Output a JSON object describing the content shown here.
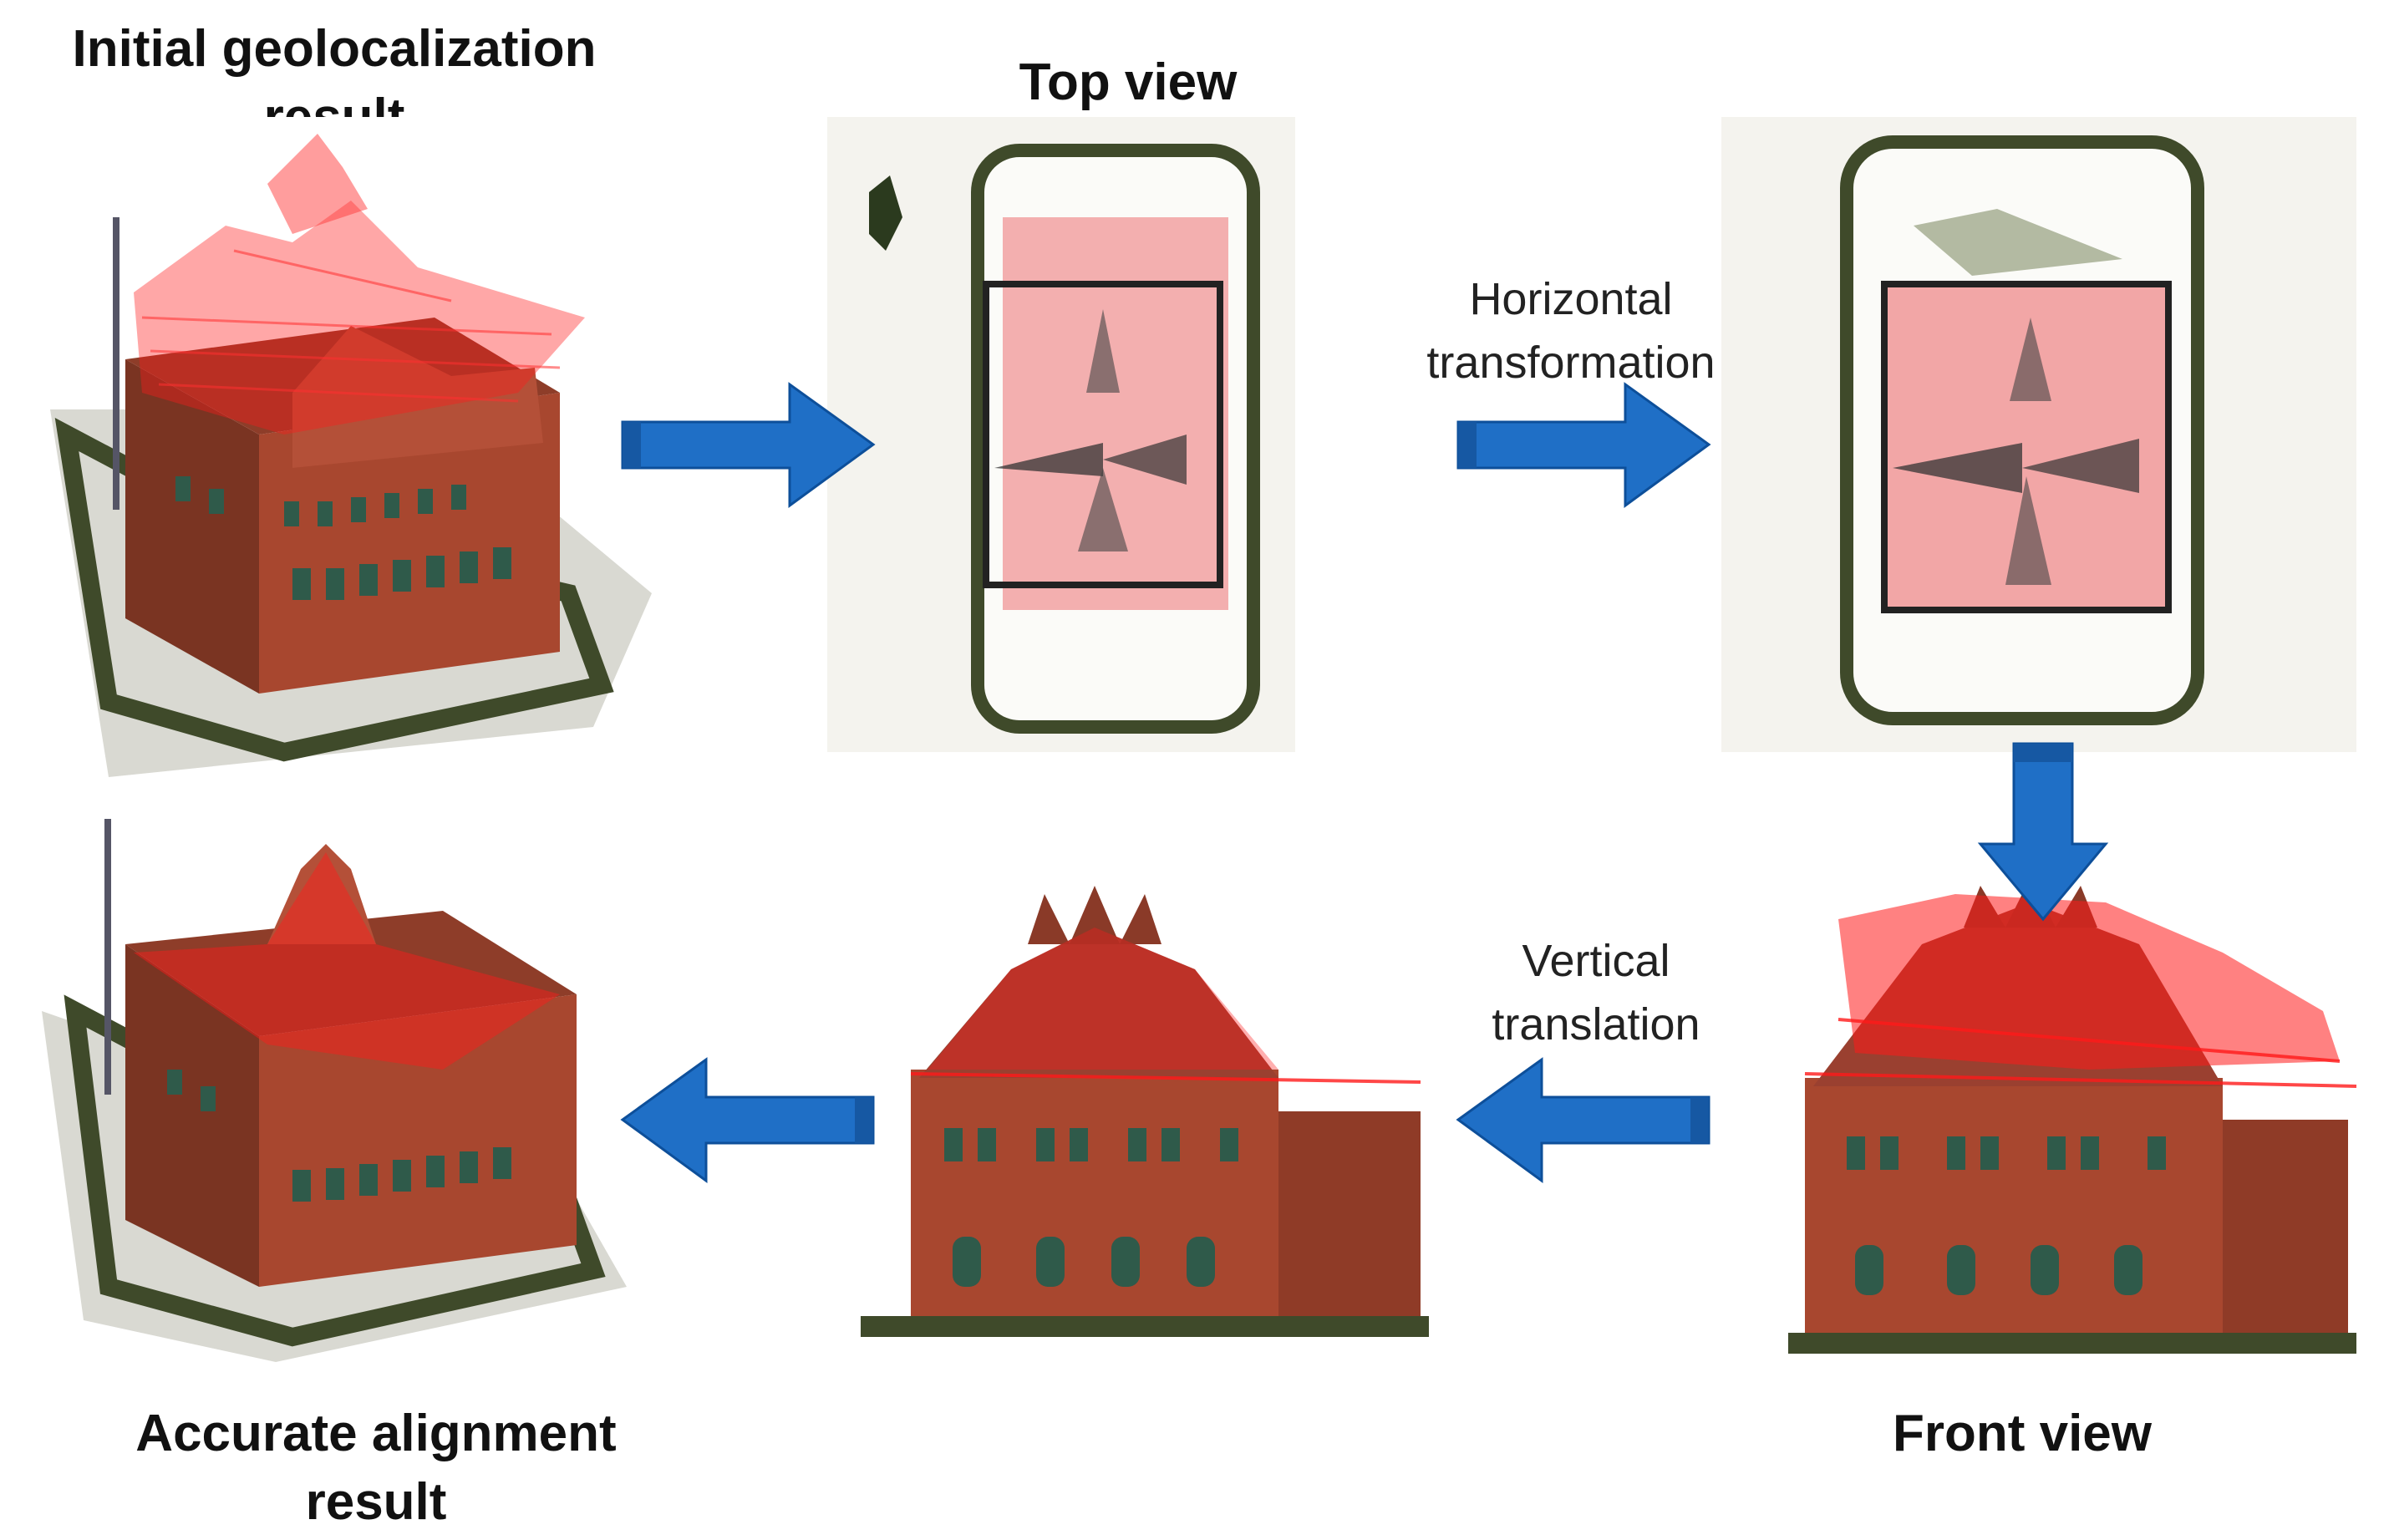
{
  "labels": {
    "initial_line1": "Initial geolocalization",
    "initial_line2": "result",
    "top_view": "Top view",
    "horizontal_line1": "Horizontal",
    "horizontal_line2": "transformation",
    "vertical_line1": "Vertical",
    "vertical_line2": "translation",
    "front_view": "Front view",
    "accurate_line1": "Accurate alignment",
    "accurate_line2": "result"
  },
  "colors": {
    "arrow_blue": "#1f6fc6",
    "arrow_edge": "#0d4f9a",
    "brick": "#a8472f",
    "brick_dark": "#7a3422",
    "point_red": "#ff1a1a",
    "footprint_pink": "#f2a6a6",
    "hedge": "#3f4a2a",
    "window": "#2f5a4a"
  },
  "icons": [
    "right-arrow-icon",
    "right-arrow-icon",
    "down-arrow-icon",
    "left-arrow-icon",
    "left-arrow-icon"
  ]
}
